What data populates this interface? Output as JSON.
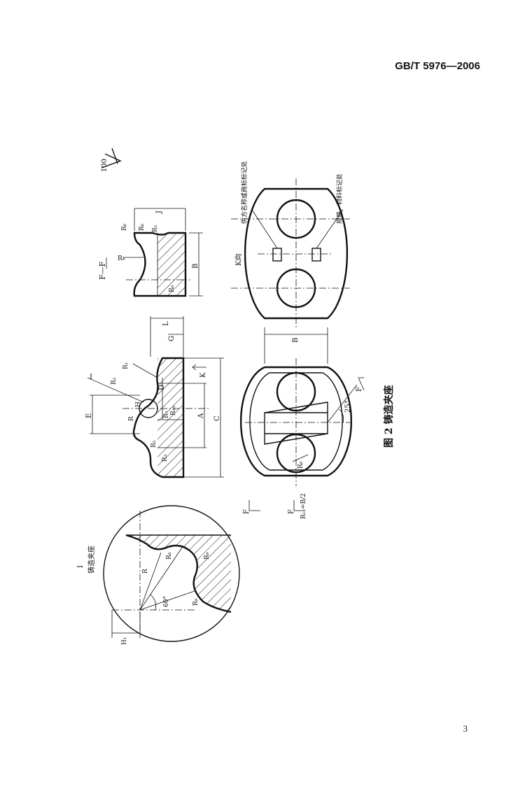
{
  "header": {
    "standard_no": "GB/T 5976—2006"
  },
  "footer": {
    "page_no": "3"
  },
  "figure": {
    "caption": "图 2  铸造夹座",
    "roughness": "100",
    "detail": {
      "id": "I",
      "title": "铸造夹座",
      "labels": [
        "R",
        "R₈",
        "R₉",
        "R₉",
        "60°",
        "H₁"
      ]
    },
    "front_view": {
      "labels": [
        "I",
        "R₁",
        "R₂",
        "R₇",
        "R",
        "R₃",
        "R₅",
        "R₁₀",
        "H",
        "E",
        "D",
        "A",
        "C",
        "G",
        "L",
        "K"
      ]
    },
    "section_view": {
      "title": "F—F",
      "labels": [
        "R₄",
        "R₅",
        "R₆",
        "R₆",
        "R₆",
        "B",
        "J"
      ]
    },
    "top_view": {
      "labels": [
        "B",
        "R₈",
        "25°",
        "F",
        "F",
        "R₁₁=B/2"
      ]
    },
    "k_view": {
      "title": "K向",
      "note_top": "供方名称或商标标记处",
      "note_bottom": "规格、材料标记处"
    }
  }
}
